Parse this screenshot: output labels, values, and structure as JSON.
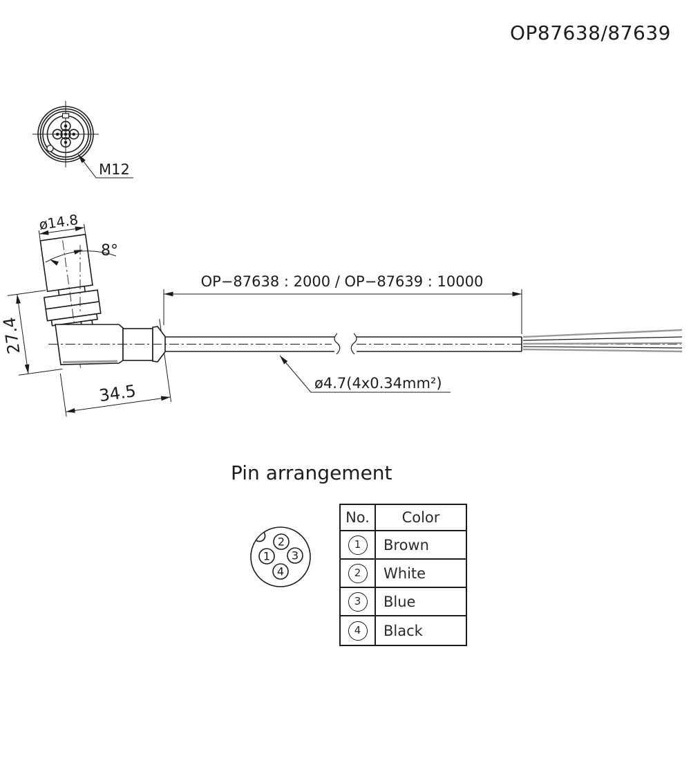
{
  "colors": {
    "ink": "#1c1c1c",
    "hatch_gray": "#9a9a9a",
    "background": "#ffffff"
  },
  "header": {
    "title": "OP87638/87639"
  },
  "front_view": {
    "label": "M12"
  },
  "side_view": {
    "diameter_label": "ø14.8",
    "angle_label": "8°",
    "height_label": "27.4",
    "width_label": "34.5",
    "length_label": "OP−87638 : 2000 / OP−87639 : 10000",
    "cable_label": "ø4.7(4x0.34mm²)"
  },
  "pin_arrangement": {
    "title": "Pin arrangement",
    "pins": {
      "top": "2",
      "left": "1",
      "right": "3",
      "bottom": "4"
    },
    "table": {
      "headers": [
        "No.",
        "Color"
      ],
      "rows": [
        {
          "no": "1",
          "color": "Brown"
        },
        {
          "no": "2",
          "color": "White"
        },
        {
          "no": "3",
          "color": "Blue"
        },
        {
          "no": "4",
          "color": "Black"
        }
      ]
    }
  }
}
